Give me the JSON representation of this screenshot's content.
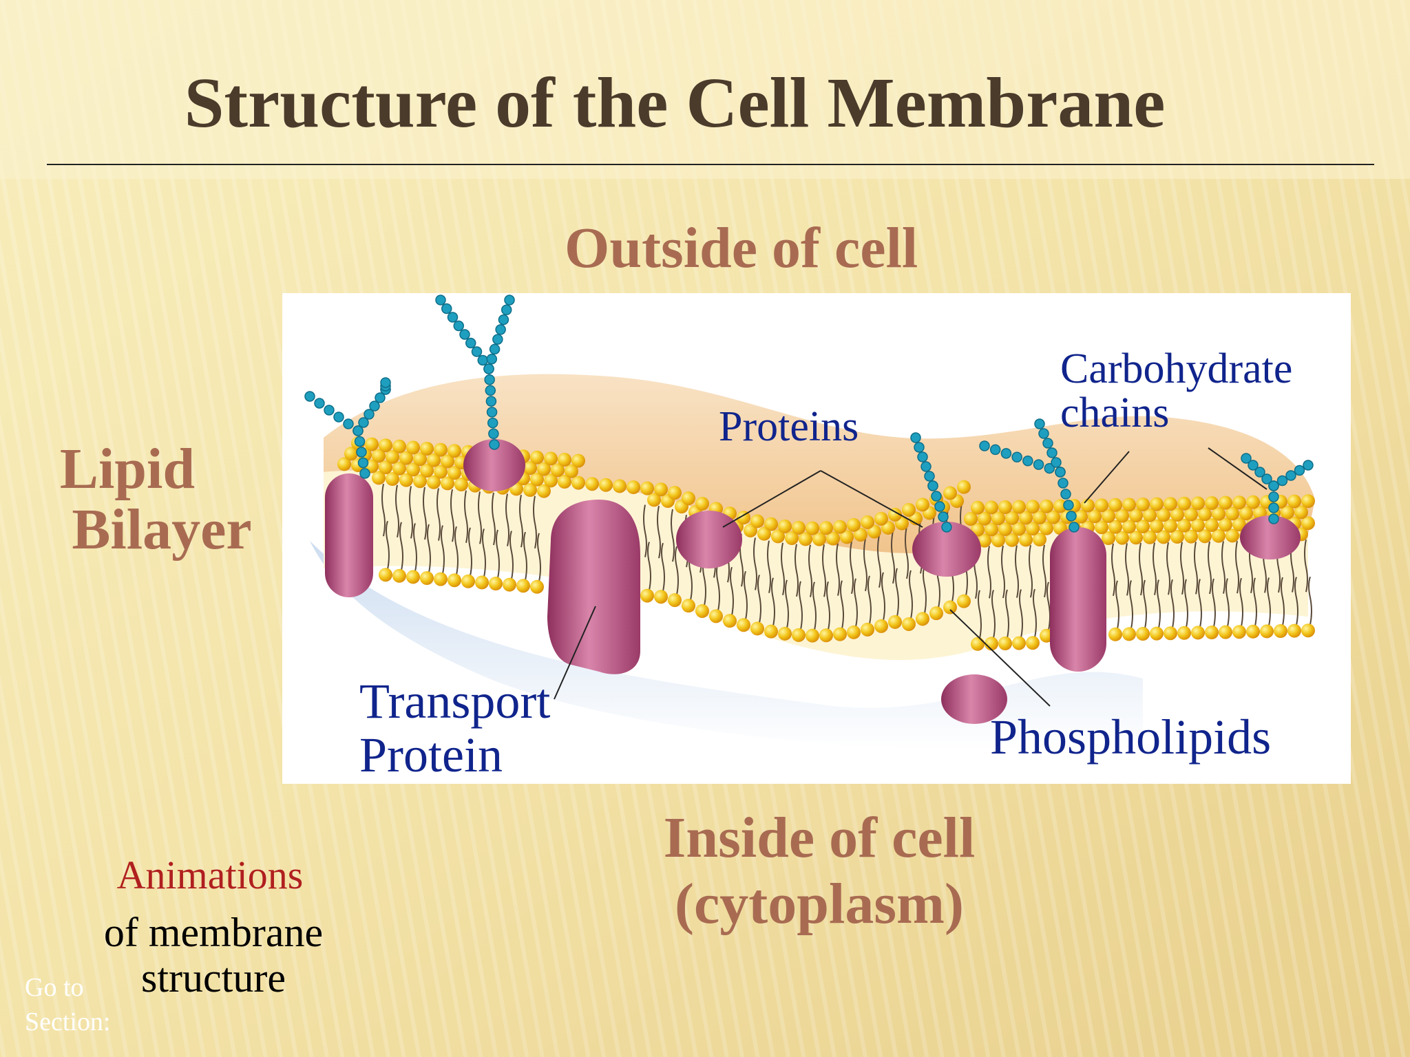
{
  "slide": {
    "title": "Structure of the Cell Membrane",
    "outside_label": "Outside of cell",
    "inside_label_line1": "Inside of cell",
    "inside_label_line2": "(cytoplasm)",
    "lipid_bilayer_line1": "Lipid",
    "lipid_bilayer_line2": "Bilayer"
  },
  "labels": {
    "proteins": "Proteins",
    "carbohydrate_line1": "Carbohydrate",
    "carbohydrate_line2": "chains",
    "transport_line1": "Transport",
    "transport_line2": "Protein",
    "phospholipids": "Phospholipids"
  },
  "links": {
    "animations": "Animations",
    "of_membrane": "of membrane",
    "structure": "structure",
    "goto_line1": "Go to",
    "goto_line2": "Section:"
  },
  "colors": {
    "title": "#4a3b2b",
    "region_label": "#a86b52",
    "callout_label": "#10248c",
    "animations_link": "#b01f1f",
    "protein": "#b24d78",
    "phospholipid_head": "#f2c418",
    "carbohydrate": "#1f9fbf"
  }
}
